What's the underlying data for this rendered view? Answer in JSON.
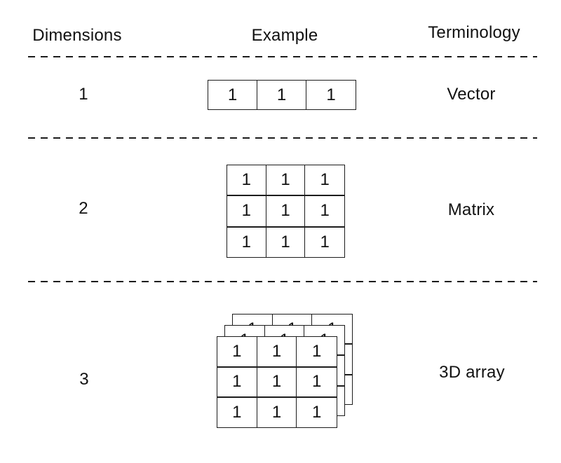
{
  "colors": {
    "ink": "#111111",
    "line": "#1c1c1c",
    "background": "#ffffff"
  },
  "header": {
    "dimensions": "Dimensions",
    "example": "Example",
    "terminology": "Terminology"
  },
  "rows": [
    {
      "dimension": "1",
      "terminology": "Vector",
      "example": {
        "type": "grid",
        "values": [
          [
            "1",
            "1",
            "1"
          ]
        ]
      }
    },
    {
      "dimension": "2",
      "terminology": "Matrix",
      "example": {
        "type": "grid",
        "values": [
          [
            "1",
            "1",
            "1"
          ],
          [
            "1",
            "1",
            "1"
          ],
          [
            "1",
            "1",
            "1"
          ]
        ]
      }
    },
    {
      "dimension": "3",
      "terminology": "3D array",
      "example": {
        "type": "stacked-grids",
        "layer_count": 3,
        "values": [
          [
            "1",
            "1",
            "1"
          ],
          [
            "1",
            "1",
            "1"
          ],
          [
            "1",
            "1",
            "1"
          ]
        ]
      }
    }
  ]
}
